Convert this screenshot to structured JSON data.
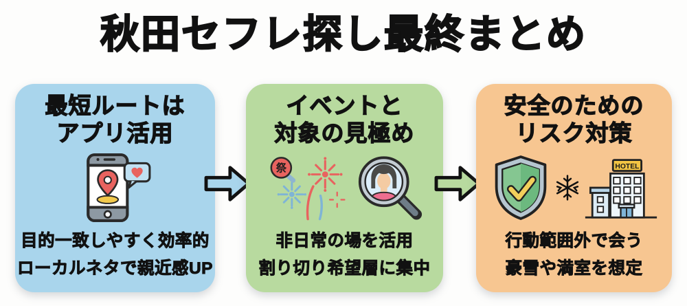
{
  "page": {
    "title": "秋田セフレ探し最終まとめ"
  },
  "colors": {
    "card_app_bg": "#a9d5ec",
    "card_event_bg": "#b8da9f",
    "card_safety_bg": "#f7c691",
    "arrow_1_fill": "#a9d5ec",
    "arrow_2_fill": "#b8da9f",
    "title_text": "#111111"
  },
  "cards": [
    {
      "heading_line1": "最短ルートは",
      "heading_line2": "アプリ活用",
      "icon": "smartphone-app-location-heart-icon",
      "points": [
        "目的一致しやすく効率的",
        "ローカルネタで親近感UP"
      ]
    },
    {
      "heading_line1": "イベントと",
      "heading_line2": "対象の見極め",
      "icons": [
        "festival-fireworks-icon",
        "magnifier-woman-icon"
      ],
      "points": [
        "非日常の場を活用",
        "割り切り希望層に集中"
      ]
    },
    {
      "heading_line1": "安全のための",
      "heading_line2": "リスク対策",
      "icons": [
        "shield-check-icon",
        "snowflake-icon",
        "hotel-building-icon"
      ],
      "points": [
        "行動範囲外で会う",
        "豪雪や満室を想定"
      ]
    }
  ],
  "icons": {
    "festival_fan_label": "祭",
    "hotel_sign_label": "HOTEL"
  }
}
